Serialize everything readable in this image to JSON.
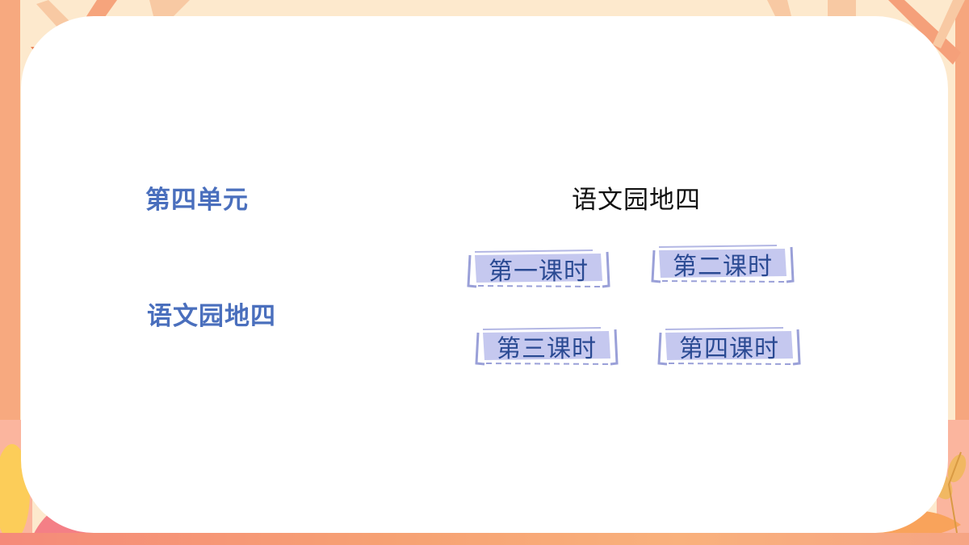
{
  "slide": {
    "unit_label": "第四单元",
    "section_label": "语文园地四",
    "title": "语文园地四"
  },
  "lessons": [
    {
      "label": "第一课时"
    },
    {
      "label": "第二课时"
    },
    {
      "label": "第三课时"
    },
    {
      "label": "第四课时"
    }
  ],
  "colors": {
    "accent_blue": "#4a6fbd",
    "lesson_text": "#2a4a93",
    "lesson_fill": "#c5c8ef",
    "lesson_border": "#9aa0d8",
    "background": "#fde9cd",
    "tree_orange": "#f4a37d"
  }
}
